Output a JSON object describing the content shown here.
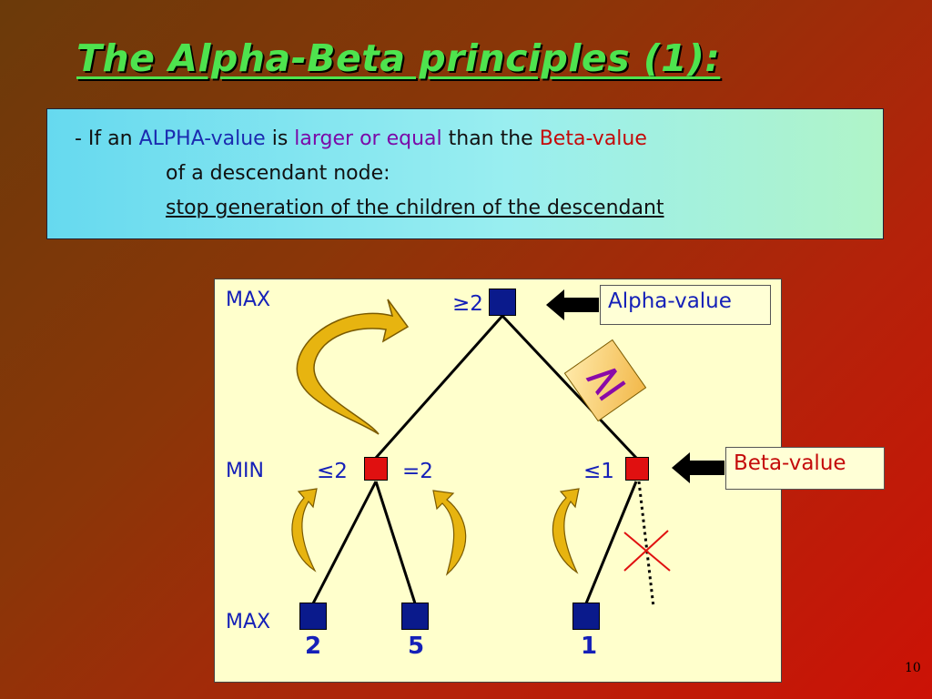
{
  "title": "The Alpha-Beta principles (1):",
  "rule": {
    "prefix": "- If an",
    "alpha_value": "ALPHA-value",
    "is": "is",
    "larger_or_equal": "larger or equal",
    "than_the": "than the",
    "beta_value": "Beta-value",
    "line2": "of a descendant node:",
    "line3": "stop generation of the children of the descendant"
  },
  "diagram": {
    "levels": {
      "top": "MAX",
      "middle": "MIN",
      "bottom": "MAX"
    },
    "root_value": "≥2",
    "min_left_value": "≤2",
    "min_left_eq": "=2",
    "min_right_value": "≤1",
    "leaves": [
      "2",
      "5",
      "1"
    ],
    "alpha_label": "Alpha-value",
    "beta_label": "Beta-value",
    "comparison_symbol": "≥"
  },
  "colors": {
    "title_green": "#4ee34e",
    "max_node": "#0a1a8c",
    "min_node": "#e01010",
    "diagram_bg": "#ffffcc",
    "curved_arrow": "#e7b410"
  },
  "page_number": "10"
}
